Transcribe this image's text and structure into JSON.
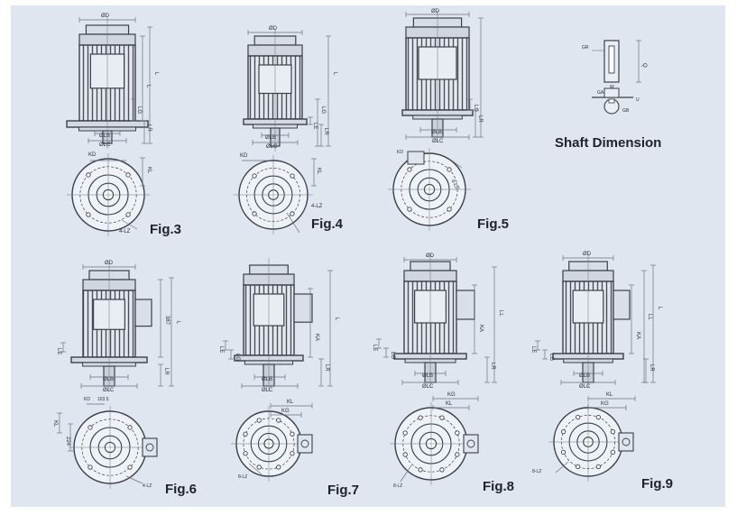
{
  "shaft_dimension": {
    "title": "Shaft Dimension",
    "labels": [
      "GR",
      "W",
      "U",
      "Q",
      "GA",
      "GB"
    ]
  },
  "figures": [
    {
      "label": "Fig.3",
      "dims": [
        "ØD",
        "L",
        "LG",
        "LE",
        "LR",
        "ØLB",
        "ØLC",
        "KD",
        "KL",
        "4-LZ"
      ]
    },
    {
      "label": "Fig.4",
      "dims": [
        "ØD",
        "L",
        "LG",
        "LE",
        "LR",
        "ØLB",
        "ØLC",
        "KD",
        "KL",
        "4-LZ"
      ]
    },
    {
      "label": "Fig.5",
      "dims": [
        "ØD",
        "LG",
        "LR",
        "ØLB",
        "ØLC",
        "KD",
        "4-LZ"
      ]
    },
    {
      "label": "Fig.6",
      "dims": [
        "ØD",
        "L",
        "387",
        "LE",
        "LR",
        "ØLB",
        "ØLC",
        "KD",
        "KL",
        "224",
        "163.5",
        "4-LZ"
      ]
    },
    {
      "label": "Fig.7",
      "dims": [
        "L",
        "KA",
        "LE",
        "LG",
        "LR",
        "ØLB",
        "ØLC",
        "KL",
        "KG",
        "8-LZ"
      ]
    },
    {
      "label": "Fig.8",
      "dims": [
        "ØD",
        "LL",
        "KA",
        "LE",
        "LG",
        "LR",
        "ØLB",
        "ØLC",
        "KG",
        "KL",
        "8-LZ"
      ]
    },
    {
      "label": "Fig.9",
      "dims": [
        "ØD",
        "L",
        "LL",
        "KA",
        "LE",
        "LG",
        "LR",
        "ØLB",
        "ØLC",
        "KL",
        "KG",
        "8-LZ"
      ]
    }
  ],
  "colors": {
    "paper": "#ffffff",
    "panel": "#dfe6ef",
    "line": "#3a404a",
    "light_line": "#6a7280",
    "text": "#1f2329"
  }
}
